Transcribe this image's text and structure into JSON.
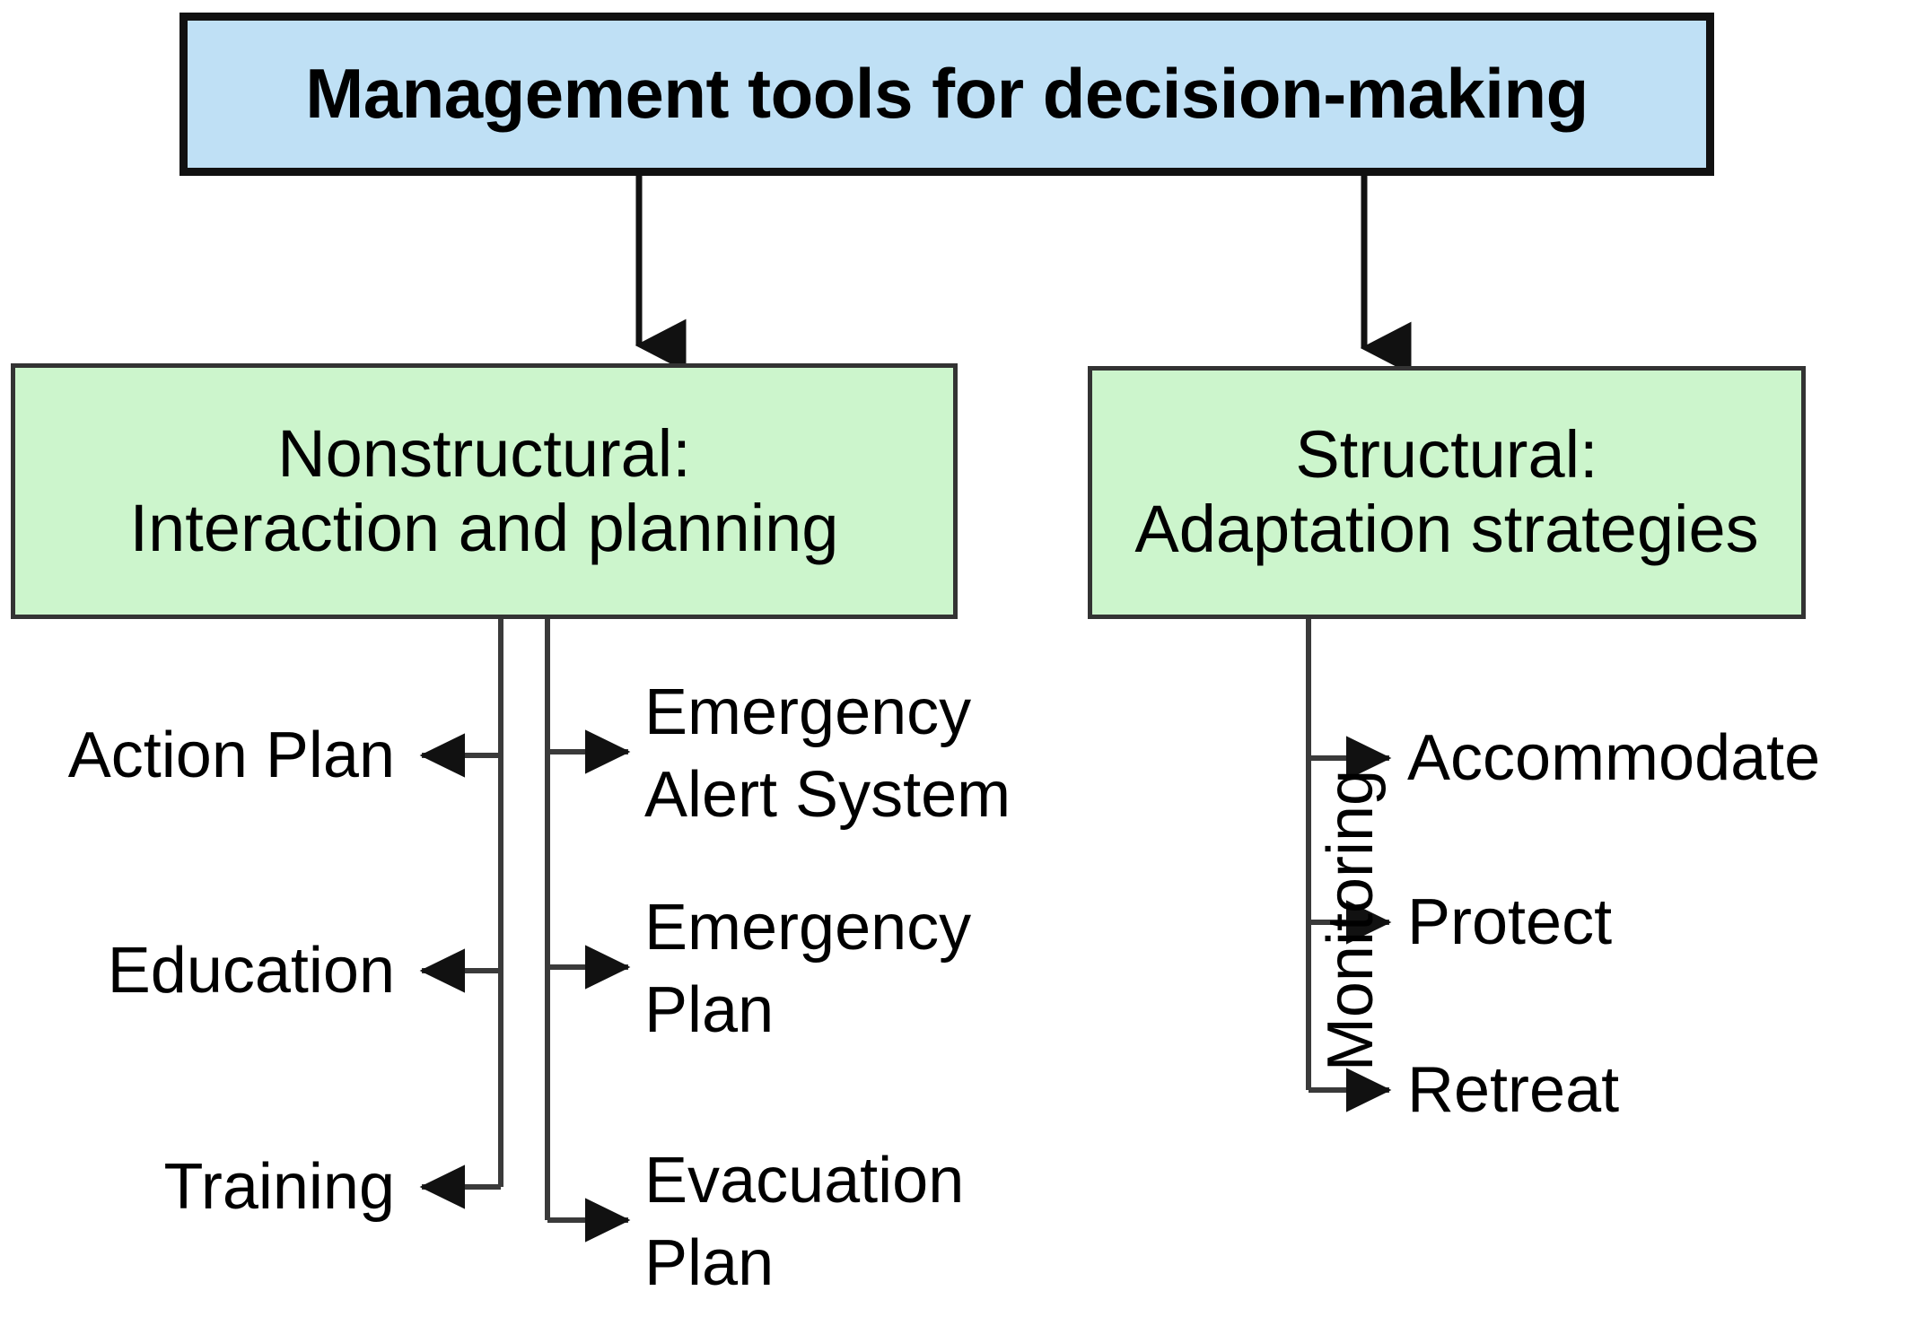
{
  "diagram": {
    "title": "Management tools for decision-making",
    "root": {
      "label": "Management tools for decision-making",
      "fill": "#bfe0f5",
      "border": "#111111"
    },
    "branches": [
      {
        "id": "nonstructural",
        "label": "Nonstructural:\nInteraction and planning",
        "fill": "#ccf5cc",
        "border": "#333333",
        "left_leaves": [
          "Action Plan",
          "Education",
          "Training"
        ],
        "right_leaves": [
          "Emergency\nAlert System",
          "Emergency\nPlan",
          "Evacuation\nPlan"
        ]
      },
      {
        "id": "structural",
        "label": "Structural:\nAdaptation strategies",
        "fill": "#ccf5cc",
        "border": "#333333",
        "side_label": "Monitoring",
        "right_leaves": [
          "Accommodate",
          "Protect",
          "Retreat"
        ]
      }
    ],
    "leaves": {
      "action_plan": "Action Plan",
      "education": "Education",
      "training": "Training",
      "emergency_alert_system": "Emergency\nAlert System",
      "emergency_plan": "Emergency\nPlan",
      "evacuation_plan": "Evacuation\nPlan",
      "monitoring": "Monitoring",
      "accommodate": "Accommodate",
      "protect": "Protect",
      "retreat": "Retreat"
    },
    "colors": {
      "root_fill": "#bfe0f5",
      "branch_fill": "#ccf5cc",
      "connector": "#3a3a3a",
      "text": "#000000",
      "background": "#ffffff"
    }
  }
}
